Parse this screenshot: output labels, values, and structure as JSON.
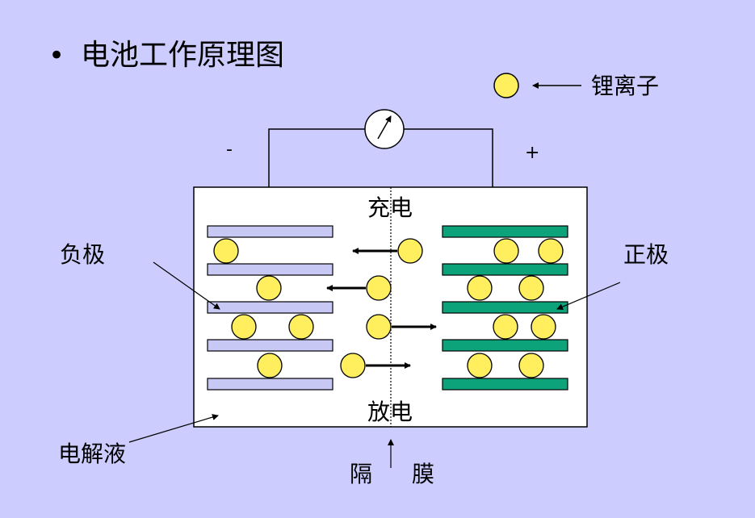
{
  "slide": {
    "bullet": "•",
    "title": "电池工作原理图"
  },
  "legend": {
    "ion_label": "锂离子"
  },
  "terminals": {
    "negative_sign": "-",
    "positive_sign": "+"
  },
  "process": {
    "charge_label": "充电",
    "discharge_label": "放电"
  },
  "labels": {
    "negative_electrode": "负极",
    "positive_electrode": "正极",
    "electrolyte": "电解液",
    "separator_left": "隔",
    "separator_right": "膜"
  },
  "colors": {
    "background": "#ccccff",
    "cell_fill": "#ffffff",
    "negative_plate": "#c8c8f5",
    "positive_plate": "#0ca37b",
    "ion": "#ffef5f"
  },
  "icons": {
    "meter": "galvanometer-icon",
    "ion": "lithium-ion-icon"
  }
}
